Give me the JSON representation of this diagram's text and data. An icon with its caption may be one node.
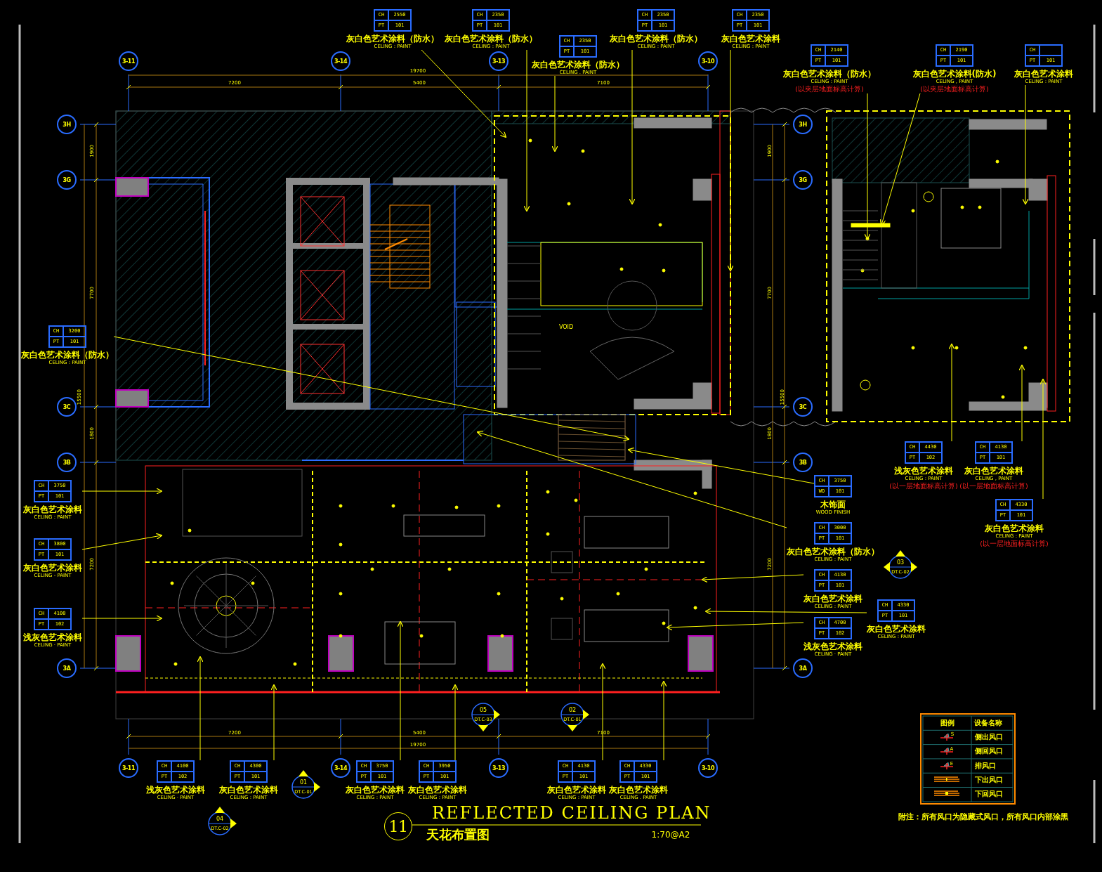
{
  "diagram": {
    "title": "REFLECTED CEILING PLAN",
    "nodes": [
      {
        "text": [
          "CH",
          "2550",
          "PT",
          "101",
          "灰白色艺术涂料（防水）",
          "CELING : PAINT"
        ]
      },
      {
        "text": [
          "CH",
          "2350",
          "PT",
          "101",
          "灰白色艺术涂料（防水）",
          "CELING : PAINT"
        ]
      },
      {
        "text": [
          "CH",
          "2350",
          "PT",
          "101",
          "灰白色艺术涂料（防水）",
          "CELING . PAINT"
        ]
      },
      {
        "text": [
          "CH",
          "2350",
          "PT",
          "101",
          "灰白色艺术涂料（防水）",
          "CELING : PAINT"
        ]
      },
      {
        "text": [
          "CH",
          "2350",
          "PT",
          "101",
          "灰白色艺术涂料",
          "CELING : PAINT"
        ]
      },
      {
        "text": [
          "CH",
          "2140",
          "PT",
          "101",
          "灰白色艺术涂料（防水）",
          "CELING : PAINT",
          "(以夹层地面标高计算)"
        ]
      },
      {
        "text": [
          "CH",
          "2190",
          "PT",
          "101",
          "灰白色艺术涂料(防水)",
          "CELING , PAINT",
          "(以夹层地面标高计算)"
        ]
      },
      {
        "text": [
          "CH",
          "PT",
          "101",
          "灰白色艺术涂料",
          "CELING : PAINT"
        ]
      },
      {
        "text": [
          "CH",
          "3200",
          "PT",
          "101",
          "灰白色艺术涂料（防水）",
          "CELING : PAINT"
        ]
      },
      {
        "text": [
          "CH",
          "3750",
          "PT",
          "101",
          "灰白色艺术涂料",
          "CELING : PAINT"
        ]
      },
      {
        "text": [
          "CH",
          "3800",
          "PT",
          "101",
          "灰白色艺术涂料",
          "CELING - PAINT"
        ]
      },
      {
        "text": [
          "CH",
          "4100",
          "PT",
          "102",
          "浅灰色艺术涂料",
          "CELING · PAINT"
        ]
      },
      {
        "text": [
          "CH",
          "3750",
          "WD",
          "101",
          "木饰面",
          "WOOD FINISH"
        ]
      },
      {
        "text": [
          "CH",
          "3000",
          "PT",
          "101",
          "灰白色艺术涂料（防水）",
          "CELING : PAINT"
        ]
      },
      {
        "text": [
          "CH",
          "4130",
          "PT",
          "101",
          "灰白色艺术涂料",
          "CELING : PAINT"
        ]
      },
      {
        "text": [
          "CH",
          "4330",
          "PT",
          "101",
          "灰白色艺术涂料",
          "CELING : PAINT"
        ]
      },
      {
        "text": [
          "CH",
          "4700",
          "PT",
          "102",
          "浅灰色艺术涂料",
          "CELING · PAINT"
        ]
      },
      {
        "text": [
          "CH",
          "4430",
          "PT",
          "102",
          "浅灰色艺术涂料",
          "CELING : PAINT",
          "(以一层地面标高计算)"
        ]
      },
      {
        "text": [
          "CH",
          "4130",
          "PT",
          "101",
          "灰白色艺术涂料",
          "CELING , PAINT",
          "(以一层地面标高计算)"
        ]
      },
      {
        "text": [
          "CH",
          "4330",
          "PT",
          "101",
          "灰白色艺术涂料",
          "CELING : PAINT",
          "(以一层地面标高计算)"
        ]
      },
      {
        "text": [
          "CH",
          "4100",
          "PT",
          "102",
          "浅灰色艺术涂料",
          "CELING · PAINT"
        ]
      },
      {
        "text": [
          "CH",
          "4300",
          "PT",
          "101",
          "灰白色艺术涂料",
          "CELING : PAINT"
        ]
      },
      {
        "text": [
          "CH",
          "3750",
          "PT",
          "101",
          "灰白色艺术涂料",
          "CELING : PAINT"
        ]
      },
      {
        "text": [
          "CH",
          "3950",
          "PT",
          "101",
          "灰白色艺术涂料",
          "CELING : PAINT"
        ]
      },
      {
        "text": [
          "CH",
          "4130",
          "PT",
          "101",
          "灰白色艺术涂料",
          "CELING : PAINT"
        ]
      },
      {
        "text": [
          "CH",
          "4330",
          "PT",
          "101",
          "灰白色艺术涂料",
          "CELING . PAINT"
        ]
      },
      {
        "text": [
          "3-11"
        ]
      },
      {
        "text": [
          "3-14"
        ]
      },
      {
        "text": [
          "3-13"
        ]
      },
      {
        "text": [
          "3-10"
        ]
      },
      {
        "text": [
          "3H"
        ]
      },
      {
        "text": [
          "3G"
        ]
      },
      {
        "text": [
          "3C"
        ]
      },
      {
        "text": [
          "3B"
        ]
      },
      {
        "text": [
          "3A"
        ]
      },
      {
        "text": [
          "3H"
        ]
      },
      {
        "text": [
          "3G"
        ]
      },
      {
        "text": [
          "3C"
        ]
      },
      {
        "text": [
          "3B"
        ]
      },
      {
        "text": [
          "3A"
        ]
      },
      {
        "text": [
          "3-11"
        ]
      },
      {
        "text": [
          "3-14"
        ]
      },
      {
        "text": [
          "3-13"
        ]
      },
      {
        "text": [
          "3-10"
        ]
      },
      {
        "text": [
          "05",
          "DT.C-03"
        ]
      },
      {
        "text": [
          "02",
          "DT.C-01"
        ]
      },
      {
        "text": [
          "01",
          "DT.C-01"
        ]
      },
      {
        "text": [
          "04",
          "DT.C-02"
        ]
      },
      {
        "text": [
          "03",
          "DT.C-02"
        ]
      },
      {
        "text": [
          "11"
        ]
      }
    ],
    "edges": [
      {
        "from": 0,
        "to": null,
        "arrow": "to"
      },
      {
        "from": 1,
        "to": null,
        "arrow": "to"
      },
      {
        "from": 2,
        "to": null,
        "arrow": "to"
      },
      {
        "from": 3,
        "to": null,
        "arrow": "to"
      },
      {
        "from": 4,
        "to": null,
        "arrow": "to"
      },
      {
        "from": 5,
        "to": null,
        "arrow": "to"
      },
      {
        "from": 6,
        "to": null,
        "arrow": "to"
      },
      {
        "from": 7,
        "to": null,
        "arrow": "to"
      },
      {
        "from": 8,
        "to": null,
        "arrow": "to"
      },
      {
        "from": 9,
        "to": null,
        "arrow": "to"
      },
      {
        "from": 10,
        "to": null,
        "arrow": "to"
      },
      {
        "from": 11,
        "to": null,
        "arrow": "to"
      },
      {
        "from": 12,
        "to": null,
        "arrow": "to"
      },
      {
        "from": 13,
        "to": null,
        "arrow": "to"
      },
      {
        "from": 14,
        "to": null,
        "arrow": "to"
      },
      {
        "from": 15,
        "to": null,
        "arrow": "to"
      },
      {
        "from": 16,
        "to": null,
        "arrow": "to"
      },
      {
        "from": 17,
        "to": null,
        "arrow": "to"
      },
      {
        "from": 18,
        "to": null,
        "arrow": "to"
      },
      {
        "from": 19,
        "to": null,
        "arrow": "to"
      },
      {
        "from": 20,
        "to": null,
        "arrow": "to"
      },
      {
        "from": 21,
        "to": null,
        "arrow": "to"
      },
      {
        "from": 22,
        "to": null,
        "arrow": "to"
      },
      {
        "from": 23,
        "to": null,
        "arrow": "to"
      },
      {
        "from": 24,
        "to": null,
        "arrow": "to"
      },
      {
        "from": 25,
        "to": null,
        "arrow": "to"
      }
    ],
    "labels": [
      "19700",
      "7200",
      "5400",
      "7100",
      "1900",
      "7700",
      "15500",
      "1800",
      "7200",
      "1900",
      "7700",
      "15500",
      "1800",
      "7200",
      "VOID",
      "7200",
      "5400",
      "7100",
      "19700",
      "天花布置图",
      "1:70@A2",
      "图例",
      "设备名称",
      "S",
      "A",
      "E",
      "附注：所有风口为隐藏式风口，所有风口内部涂黑"
    ],
    "legend": [
      {
        "text": "侧出风口"
      },
      {
        "text": "侧回风口"
      },
      {
        "text": "排风口"
      },
      {
        "text": "下出风口"
      },
      {
        "text": "下回风口"
      }
    ]
  }
}
